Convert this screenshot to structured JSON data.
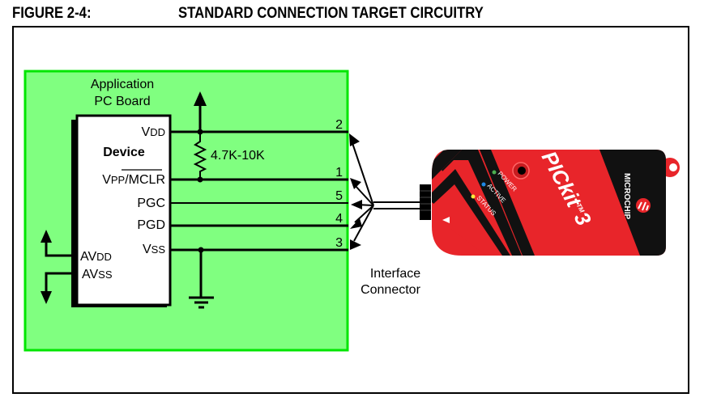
{
  "figure": {
    "label": "FIGURE 2-4:",
    "title": "STANDARD CONNECTION TARGET CIRCUITRY"
  },
  "board": {
    "label_line1": "Application",
    "label_line2": "PC Board",
    "fill_color": "#80ff80",
    "border_color": "#00e600"
  },
  "device": {
    "name": "Device",
    "pins": {
      "vdd": {
        "main": "V",
        "sub": "DD"
      },
      "vpp": {
        "main": "V",
        "sub": "PP",
        "sep": "/",
        "mclr": "MCLR"
      },
      "pgc": "PGC",
      "pgd": "PGD",
      "vss": {
        "main": "V",
        "sub": "SS"
      },
      "avdd": {
        "main": "AV",
        "sub": "DD"
      },
      "avss": {
        "main": "AV",
        "sub": "SS"
      }
    }
  },
  "resistor": {
    "label": "4.7K-10K"
  },
  "connector": {
    "pin_numbers": [
      "2",
      "1",
      "5",
      "4",
      "3"
    ],
    "label_line1": "Interface",
    "label_line2": "Connector"
  },
  "programmer": {
    "brand": "MICROCHIP",
    "model_text": "PICkit",
    "model_num": "3",
    "trademark": "TM",
    "leds": [
      {
        "label": "POWER",
        "color": "#4caf50"
      },
      {
        "label": "ACTIVE",
        "color": "#1e88e5"
      },
      {
        "label": "STATUS",
        "color": "#ffeb3b"
      }
    ],
    "body_color": "#e8252a"
  }
}
